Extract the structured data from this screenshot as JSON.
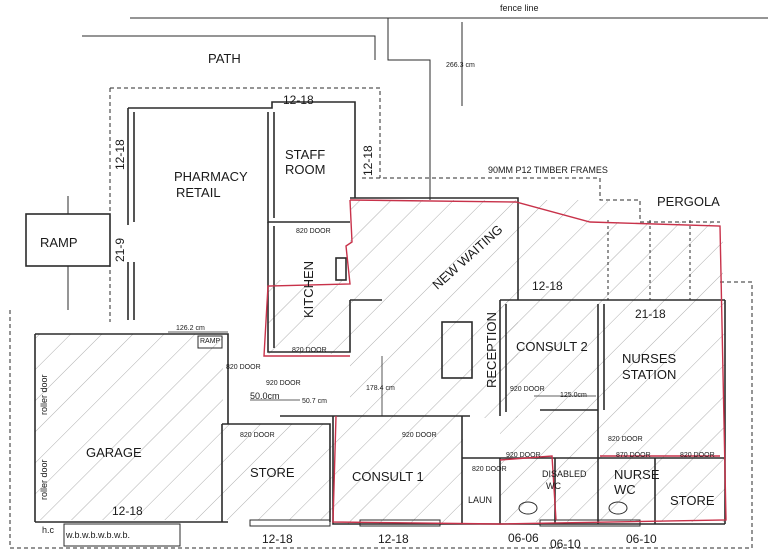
{
  "labels": {
    "fence_line": "fence line",
    "path": "PATH",
    "ramp": "RAMP",
    "pharmacy_line1": "PHARMACY",
    "pharmacy_line2": "RETAIL",
    "staff_line1": "STAFF",
    "staff_line2": "ROOM",
    "kitchen": "KITCHEN",
    "new_waiting": "NEW WAITING",
    "reception": "RECEPTION",
    "timber_frames": "90MM P12 TIMBER FRAMES",
    "pergola": "PERGOLA",
    "consult2": "CONSULT 2",
    "nurses_line1": "NURSES",
    "nurses_line2": "STATION",
    "garage": "GARAGE",
    "roller_door_1": "roller door",
    "roller_door_2": "roller door",
    "store_1": "STORE",
    "consult1": "CONSULT 1",
    "laun": "LAUN",
    "disabled_line1": "DISABLED",
    "disabled_line2": "WC",
    "nurse_wc_line1": "NURSE",
    "nurse_wc_line2": "WC",
    "store_2": "STORE",
    "ramp_small": "RAMP",
    "hc": "h.c",
    "wb": "w.b.w.b.w.b.w.b."
  },
  "dimensions": {
    "fence_266": "266.3 cm",
    "d_126": "126.2 cm",
    "d_178": "178.4 cm",
    "d_125": "125.0cm",
    "d_50_0": "50.0cm",
    "d_50_7": "50.7 cm"
  },
  "member_sizes": {
    "top_pharmacy": "12-18",
    "left_pharmacy": "12-18",
    "right_pharmacy": "12-18",
    "left_pharmacy_lower": "21-9",
    "reception_top": "12-18",
    "nurses_top": "21-18",
    "garage_bottom": "12-18",
    "store_bottom": "12-18",
    "consult1_bottom": "12-18",
    "bottom_0606": "06-06",
    "bottom_0610a": "06-10",
    "bottom_0610b": "06-10"
  },
  "doors": {
    "kitchen_top": "820 DOOR",
    "kitchen_bottom": "820 DOOR",
    "ramp_door": "820 DOOR",
    "hall_door": "920 DOOR",
    "garage_door": "820 DOOR",
    "consult1_door": "920 DOOR",
    "consult2_door": "920 DOOR",
    "nurses_door": "820 DOOR",
    "laun_door": "820 DOOR",
    "disabled_door": "920 DOOR",
    "nurse_wc_door": "870 DOOR",
    "store2_door": "820 DOOR"
  },
  "colors": {
    "line": "#2b2b2b",
    "hatch": "#9a9a9a",
    "redline": "#c8324a"
  }
}
